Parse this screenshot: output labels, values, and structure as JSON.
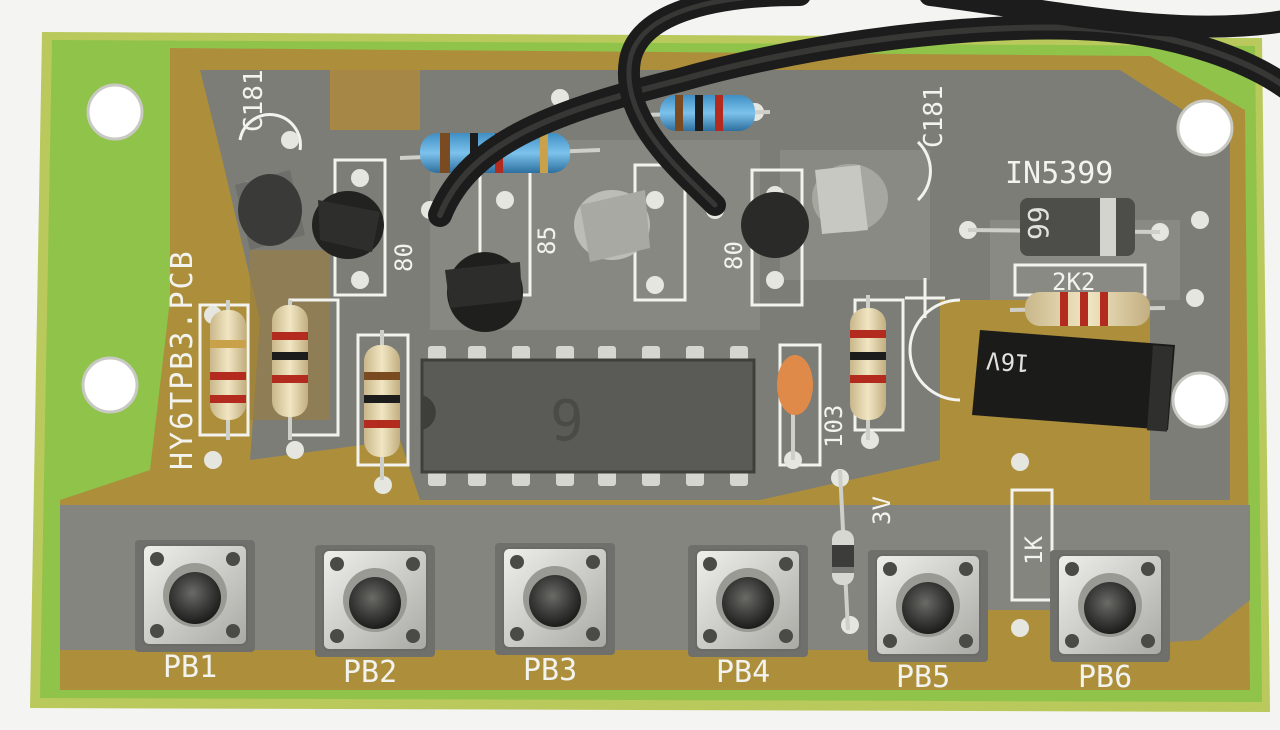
{
  "board": {
    "pcb_name": "HY6TPB3.PCB",
    "colors": {
      "board_green": "#8fc34a",
      "board_edge": "#b9c95c",
      "copper": "#b08a3a",
      "solder_mask": "#7d7d78",
      "silkscreen": "#f2f2ee",
      "wire": "#1c1c1c"
    }
  },
  "labels": {
    "cap_left": "C181",
    "cap_right": "C181",
    "diode_main": "IN5399",
    "diode_marking": "99",
    "resistor_2k2": "2K2",
    "cap_voltage": "16V",
    "zener": "3V",
    "resistor_1k": "1K",
    "ic_marking": "9",
    "tr1": "80",
    "tr2": "85",
    "tr3": "80",
    "ic2": "103"
  },
  "buttons": [
    {
      "label": "PB1"
    },
    {
      "label": "PB2"
    },
    {
      "label": "PB3"
    },
    {
      "label": "PB4"
    },
    {
      "label": "PB5"
    },
    {
      "label": "PB6"
    }
  ]
}
